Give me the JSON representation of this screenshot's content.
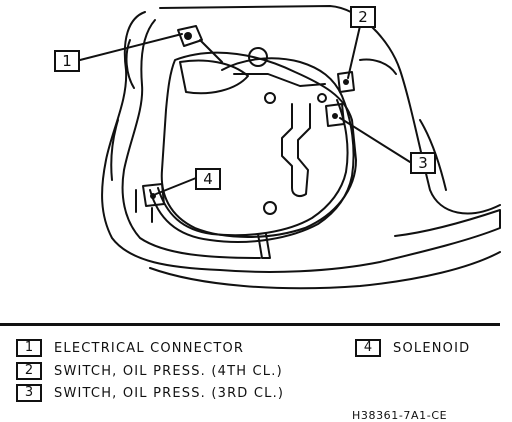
{
  "callouts": [
    {
      "number": "1"
    },
    {
      "number": "2"
    },
    {
      "number": "3"
    },
    {
      "number": "4"
    }
  ],
  "legend": [
    {
      "number": "1",
      "label": "ELECTRICAL CONNECTOR"
    },
    {
      "number": "2",
      "label": "SWITCH, OIL PRESS. (4TH CL.)"
    },
    {
      "number": "3",
      "label": "SWITCH, OIL PRESS. (3RD CL.)"
    },
    {
      "number": "4",
      "label": "SOLENOID"
    }
  ],
  "figure_code": "H38361-7A1-CE"
}
